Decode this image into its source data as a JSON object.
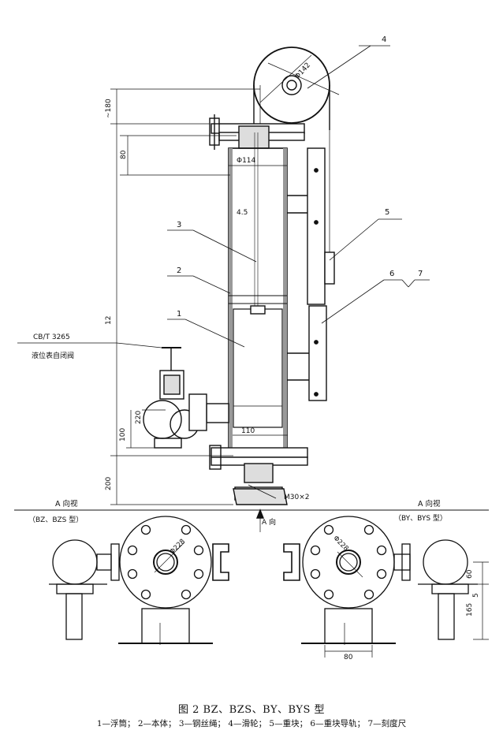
{
  "labels": {
    "callout_1": "1",
    "callout_2": "2",
    "callout_3": "3",
    "callout_4": "4",
    "callout_5": "5",
    "callout_6": "6",
    "callout_7": "7"
  },
  "dimensions": {
    "phi142": "Φ142",
    "phi114": "Φ114",
    "thickness": "4.5",
    "d180": "~180",
    "d80": "80",
    "d12": "12",
    "d100": "100",
    "d200": "200",
    "d110": "110",
    "d220": "220",
    "thread": "M30×2",
    "d80_bottom": "80",
    "d60": "60",
    "d165": "165",
    "d5": "5",
    "d228_left": "Φ228",
    "d228_right": "Φ228"
  },
  "valve": {
    "standard": "CB/T 3265",
    "name": "液位表自闭阀"
  },
  "views": {
    "arrow_a": "A 向",
    "left_title": "A 向视",
    "left_subtitle": "（BZ、BZS 型）",
    "right_title": "A 向视",
    "right_subtitle": "（BY、BYS 型）"
  },
  "caption": {
    "title": "图 2 BZ、BZS、BY、BYS 型",
    "legend": "1—浮筒； 2—本体； 3—钢丝绳； 4—滑轮； 5—重块； 6—重块导轨； 7—刻度尺"
  }
}
